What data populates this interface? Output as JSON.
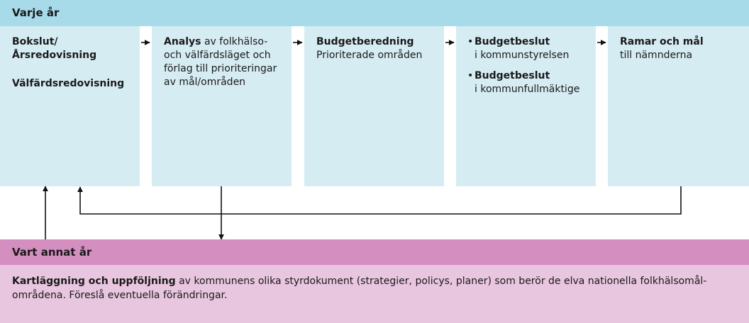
{
  "top_section": {
    "title": "Varje år"
  },
  "boxes": [
    {
      "bold1": "Bokslut/Årsredovisning",
      "bold2": "Välfärdsredovisning"
    },
    {
      "bold": "Analys",
      "text": " av folkhälso- och välfärdsläget och förlag till prioriteringar av mål/områden"
    },
    {
      "bold": "Budgetberedning",
      "text": "Prioriterade områden"
    },
    {
      "items": [
        {
          "bullet": "•",
          "bold": "Budgetbeslut",
          "text": "i kommunstyrelsen"
        },
        {
          "bullet": "•",
          "bold": "Budgetbeslut",
          "text": "i kommunfullmäktige"
        }
      ]
    },
    {
      "bold": "Ramar och mål",
      "text": "till nämnderna"
    }
  ],
  "bottom_section": {
    "title": "Vart annat år",
    "bold": "Kartläggning och uppföljning",
    "text": " av kommunens olika styrdokument (strategier, policys, planer) som berör de elva nationella folkhälsomål­områdena. Föreslå eventuella förändringar."
  }
}
